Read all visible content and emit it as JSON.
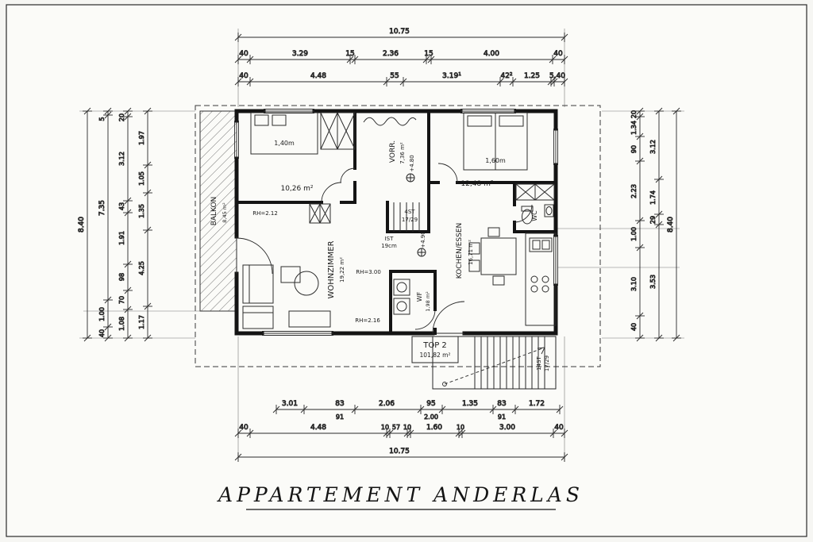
{
  "title": "APPARTEMENT ANDERLAS",
  "dims": {
    "top1": [
      "10.75"
    ],
    "top2": [
      "40",
      "3.29",
      "15",
      "2.36",
      "15",
      "4.00",
      "40"
    ],
    "top3": [
      "40",
      "4.48",
      "55",
      "3.19¹",
      "42²",
      "1.25",
      "5,40"
    ],
    "left1": [
      "8.40"
    ],
    "left2": [
      "5",
      "7.35",
      "1.00",
      "40"
    ],
    "left3": [
      "20",
      "3.12",
      "43",
      "1.91",
      "98",
      "70",
      "1.08"
    ],
    "left4": [
      "1.97",
      "1.05",
      "1.35",
      "4.25",
      "1.17"
    ],
    "right1": [
      "20",
      "1.34",
      "90",
      "2.23",
      "1.00",
      "3.10",
      "40"
    ],
    "right2": [
      "3.12",
      "1.74",
      "29",
      "3.53"
    ],
    "right3": [
      "8.40"
    ],
    "bottom1": [
      "3.01",
      "83",
      "2.06",
      "95",
      "1.35",
      "83",
      "1.72"
    ],
    "bottom1b": [
      "91",
      "2.00",
      "91"
    ],
    "bottom2": [
      "40",
      "4.48",
      "10",
      "57",
      "10",
      "1.60",
      "10",
      "3.00",
      "40"
    ],
    "bottom3": [
      "10.75"
    ]
  },
  "rooms": {
    "balkon": {
      "name": "BALKON",
      "area": "8,45 m²"
    },
    "schlafzimmer1": {
      "area": "10,26 m²",
      "bed_width": "1,40m",
      "rh": "RH=2.12"
    },
    "vorraum": {
      "name": "VORR.",
      "area": "7,36 m²",
      "level": "+4.80"
    },
    "schlafzimmer2": {
      "area": "12,48 m²",
      "bed_width": "1,60m"
    },
    "wc": {
      "name": "WC"
    },
    "wohnzimmer": {
      "name": "WOHNZIMMER",
      "area": "19,22 m²",
      "rh_mid": "RH=3.00",
      "rh_low": "RH=2.16"
    },
    "kochen_essen": {
      "name": "KOCHEN/ESSEN",
      "area": "16,71 m²"
    },
    "wf": {
      "name": "WF",
      "area": "1,98 m²"
    },
    "ist_note": {
      "line1": "IST",
      "line2": "19cm"
    },
    "level_mid": "+4.90",
    "stairs_innen": {
      "line1": "4ST",
      "line2": "17/29"
    },
    "stairs_aussen": {
      "line1": "14ST",
      "line2": "17/29"
    },
    "top2_label": {
      "name": "TOP 2",
      "area": "101,82 m²"
    }
  }
}
